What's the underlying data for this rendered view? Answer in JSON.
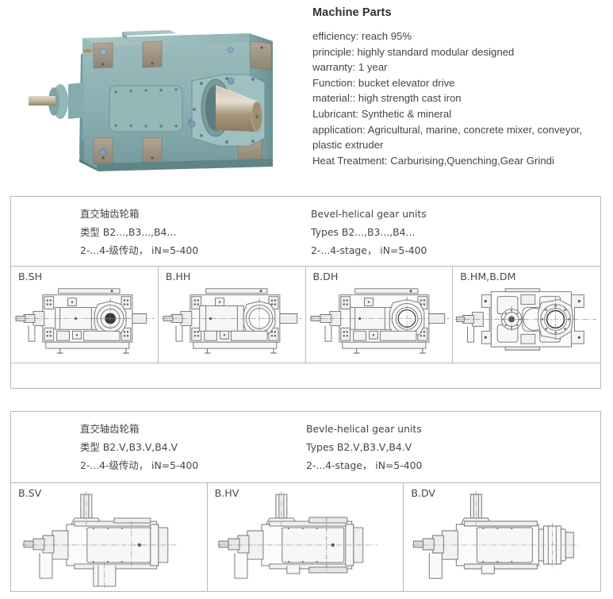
{
  "product": {
    "title": "Machine Parts",
    "photo_alt": "industrial bevel-helical gearbox unit",
    "photo_body_color": "#8fb3b4",
    "photo_shaft_color": "#a39179",
    "specs": [
      "efficiency: reach 95%",
      "principle: highly standard modular designed",
      "warranty: 1 year",
      "Function: bucket elevator drive",
      "material:: high strength cast iron",
      "Lubricant: Synthetic & mineral",
      "application: Agricultural, marine, concrete mixer, conveyor, plastic extruder",
      "Heat Treatment: Carburising,Quenching,Gear Grindi"
    ]
  },
  "tables": [
    {
      "id": "table-1",
      "header": {
        "chinese": [
          "直交轴齿轮箱",
          "类型  B2...,B3...,B4...",
          "2-...4-级传动， iN=5-400"
        ],
        "english": [
          "Bevel-helical gear units",
          "Types  B2...,B3...,B4...",
          "2-...4-stage， iN=5-400"
        ]
      },
      "cells": [
        {
          "label": "B.SH",
          "drawing": "horizontal-solid-shaft-gear-unit"
        },
        {
          "label": "B.HH",
          "drawing": "horizontal-hollow-shaft-gear-unit"
        },
        {
          "label": "B.DH",
          "drawing": "horizontal-double-flange-gear-unit"
        },
        {
          "label": "B.HM,B.DM",
          "drawing": "top-view-hollow-shaft-gear-unit"
        }
      ],
      "has_empty_row": true
    },
    {
      "id": "table-2",
      "header": {
        "chinese": [
          "直交轴齿轮箱",
          "类型  B2.V,B3.V,B4.V",
          "2-...4-级传动， iN=5-400"
        ],
        "english": [
          "Bevle-helical gear units",
          "Types  B2.V,B3.V,B4.V",
          "2-...4-stage， iN=5-400"
        ]
      },
      "cells": [
        {
          "label": "B.SV",
          "drawing": "vertical-solid-shaft-gear-unit"
        },
        {
          "label": "B.HV",
          "drawing": "vertical-hollow-shaft-gear-unit"
        },
        {
          "label": "B.DV",
          "drawing": "vertical-flange-gear-unit"
        }
      ],
      "has_empty_row": false
    }
  ],
  "colors": {
    "border": "#b9b9b9",
    "text": "#454545",
    "title": "#2f2f2f",
    "drawing_line": "#6e6e6e"
  }
}
